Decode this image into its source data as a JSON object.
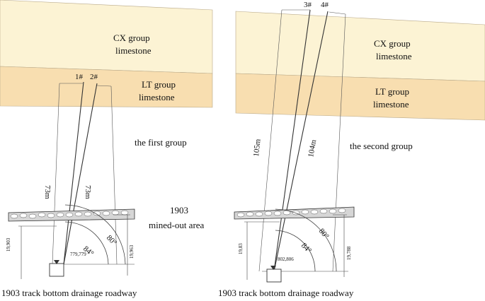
{
  "colors": {
    "cx_layer": "#fcf3d4",
    "lt_layer": "#f8deb0",
    "line": "#333333",
    "rock_fill": "#d6d6d6"
  },
  "left": {
    "cx_label_1": "CX group",
    "cx_label_2": "limestone",
    "lt_label_1": "LT group",
    "lt_label_2": "limestone",
    "group_label": "the first group",
    "hole_1": "1#",
    "hole_2": "2#",
    "len_1": "73m",
    "len_2": "73m",
    "angle_1": "84°",
    "angle_2": "80°",
    "dim_left": "19,903",
    "dim_right": "19,963",
    "elev": "779,779",
    "area_label_1": "1903",
    "area_label_2": "mined-out area",
    "roadway": "1903 track bottom drainage roadway"
  },
  "right": {
    "cx_label_1": "CX group",
    "cx_label_2": "limestone",
    "lt_label_1": "LT group",
    "lt_label_2": "limestone",
    "group_label": "the second group",
    "hole_3": "3#",
    "hole_4": "4#",
    "len_3": "105m",
    "len_4": "104m",
    "angle_3": "84°",
    "angle_4": "80°",
    "dim_left": "19,83",
    "dim_right": "19,788",
    "elev": "802,806",
    "roadway": "1903 track bottom drainage roadway"
  }
}
